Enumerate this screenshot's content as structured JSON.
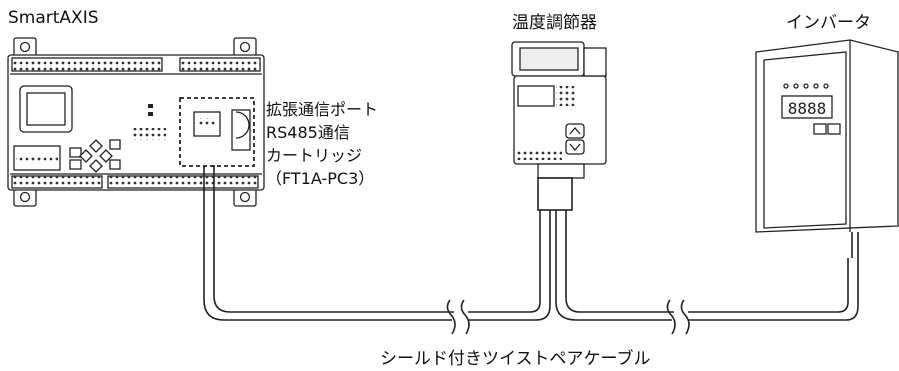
{
  "devices": {
    "plc": {
      "name": "SmartAXIS"
    },
    "controller": {
      "name": "温度調節器"
    },
    "inverter": {
      "name": "インバータ"
    }
  },
  "cartridge": {
    "lines": [
      "拡張通信ポート",
      "RS485通信",
      "カートリッジ",
      "（FT1A-PC3）"
    ]
  },
  "cable": {
    "label": "シールド付きツイストペアケーブル"
  },
  "icons": [
    "plc-icon",
    "temperature-controller-icon",
    "inverter-icon",
    "cable-break-icon"
  ]
}
